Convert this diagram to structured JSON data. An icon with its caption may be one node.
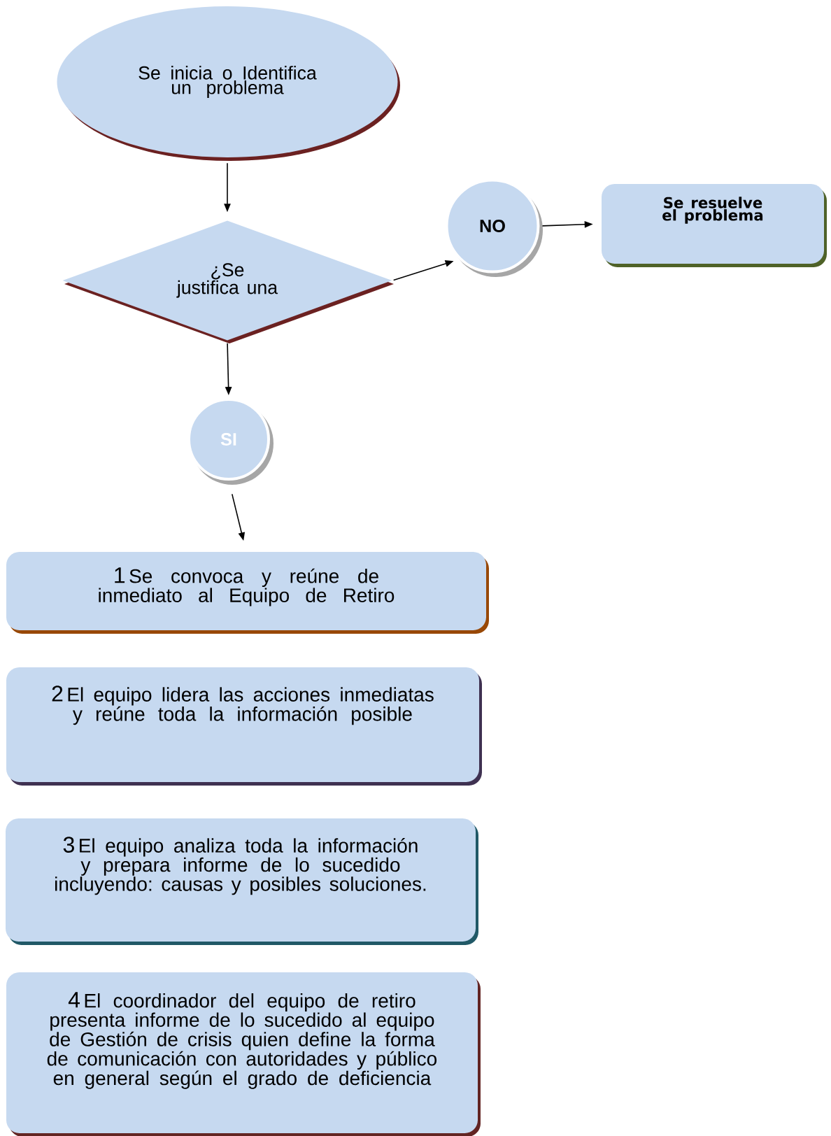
{
  "diagram": {
    "nodes": [
      {
        "text": [
          "Se inicia o Identifica un problema"
        ]
      },
      {
        "text": [
          "¿Se justifica una"
        ]
      },
      {
        "text": [
          "NO"
        ]
      },
      {
        "text": [
          "Se resuelve el problema"
        ]
      },
      {
        "text": [
          "SI"
        ]
      },
      {
        "text": [
          "1",
          "Se convoca y reúne de inmediato al Equipo de Retiro"
        ]
      },
      {
        "text": [
          "2",
          "El equipo lidera las acciones inmediatas y reúne toda la información posible"
        ]
      },
      {
        "text": [
          "3",
          "El equipo analiza toda la información y prepara informe de lo sucedido incluyendo: causas y posibles soluciones."
        ]
      },
      {
        "text": [
          "4",
          "El coordinador del equipo de retiro presenta informe de lo sucedido al equipo de Gestión de crisis quien define la forma de comunicación con autoridades y público en general según el grado de deficiencia"
        ]
      }
    ],
    "edges": [
      {
        "from": 0,
        "to": 1,
        "arrow": "to"
      },
      {
        "from": 1,
        "to": 2,
        "arrow": "to"
      },
      {
        "from": 2,
        "to": 3,
        "arrow": "to"
      },
      {
        "from": 1,
        "to": 4,
        "arrow": "to"
      },
      {
        "from": 4,
        "to": 5,
        "arrow": "to"
      }
    ]
  }
}
